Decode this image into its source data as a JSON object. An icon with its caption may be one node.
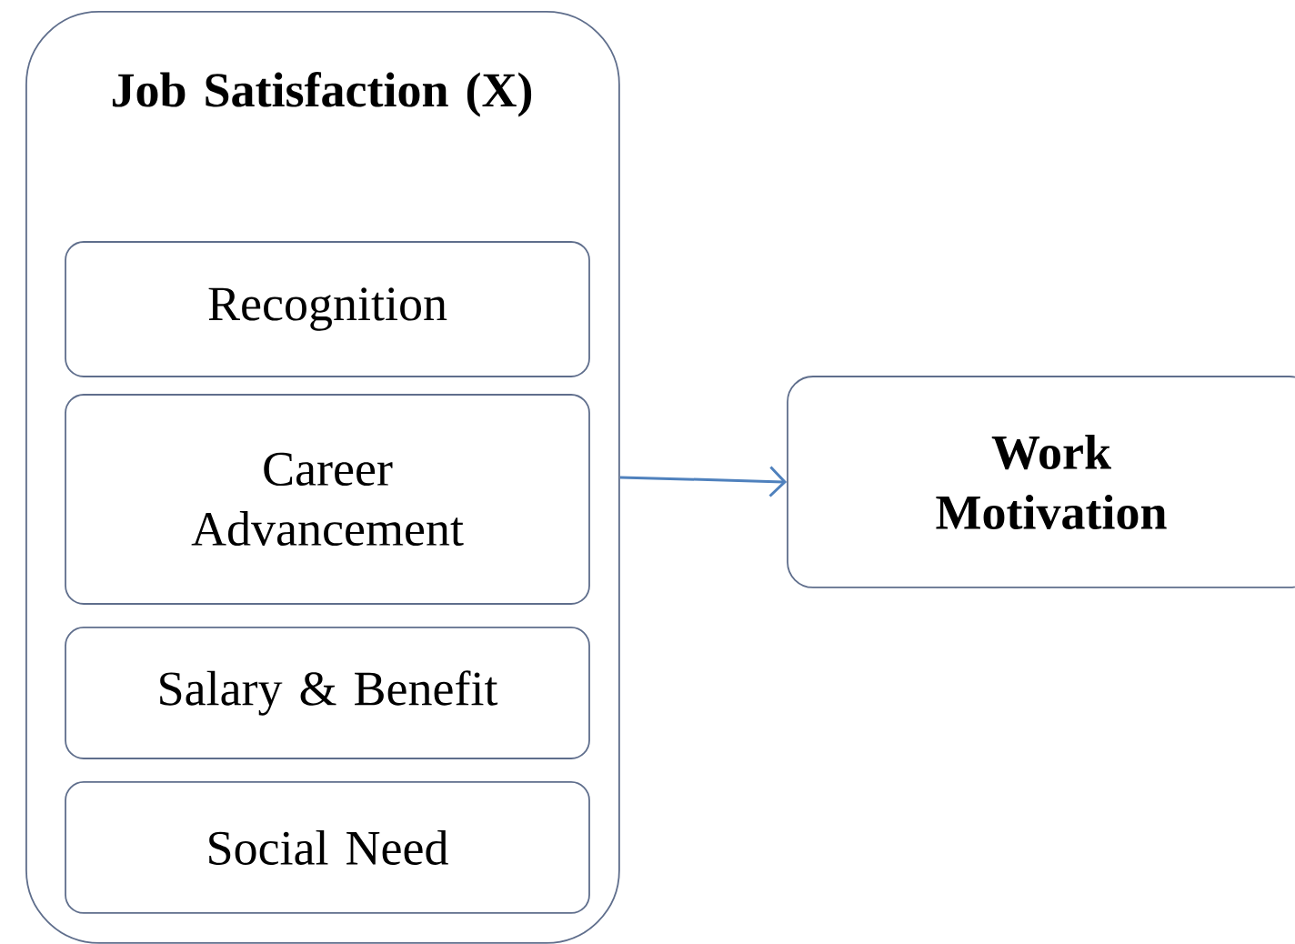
{
  "diagram": {
    "nodes": [
      {
        "text": [
          "Job Satisfaction (X)"
        ]
      },
      {
        "text": [
          "Recognition"
        ],
        "in": 0
      },
      {
        "text": [
          "Career Advancement"
        ],
        "in": 0
      },
      {
        "text": [
          "Salary & Benefit"
        ],
        "in": 0
      },
      {
        "text": [
          "Social Need"
        ],
        "in": 0
      },
      {
        "text": [
          "Work Motivation"
        ]
      }
    ],
    "edges": [
      {
        "from": 0,
        "to": 5,
        "arrow": "to"
      }
    ]
  }
}
